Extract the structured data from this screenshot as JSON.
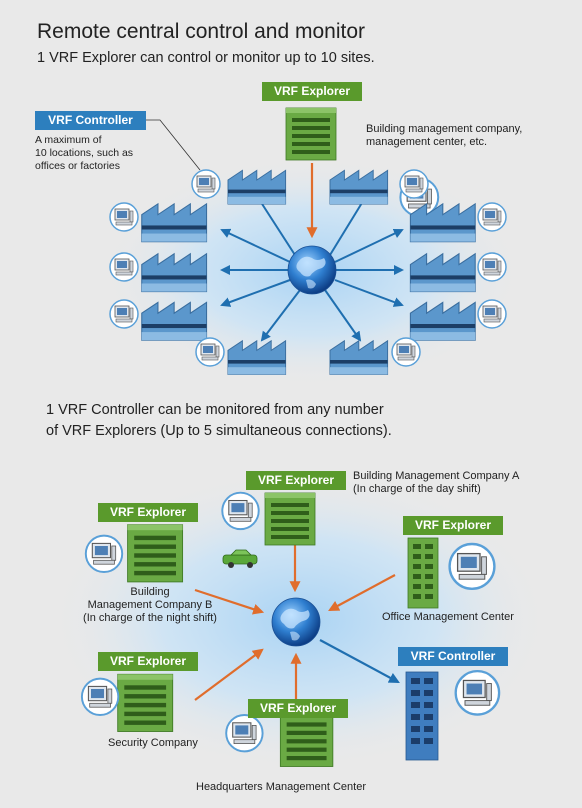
{
  "title": "Remote central control and monitor",
  "section1": {
    "subtitle": "1 VRF Explorer can control or monitor up to 10 sites.",
    "explorer_label": "VRF Explorer",
    "controller_label": "VRF Controller",
    "controller_note": [
      "A maximum of",
      "10 locations, such as",
      "offices or factories"
    ],
    "explorer_note": [
      "Building management company,",
      "management center, etc."
    ]
  },
  "section2": {
    "subtitle_lines": [
      "1 VRF Controller can be monitored from any number",
      "of VRF Explorers (Up to 5 simultaneous connections)."
    ],
    "explorer_label": "VRF Explorer",
    "controller_label": "VRF Controller",
    "site_a": [
      "Building Management Company A",
      "(In charge of the day shift)"
    ],
    "site_b": [
      "Building",
      "Management Company B",
      "(In charge of the night shift)"
    ],
    "office": "Office Management Center",
    "security": "Security Company",
    "hq": "Headquarters Management Center"
  },
  "colors": {
    "explorer_tag": "#5a9a2c",
    "controller_tag": "#2d7fbe",
    "orange_arrow": "#e06d2c",
    "blue_arrow": "#1f6fb0",
    "building_green": "#5a9e3a",
    "factory_blue": "#4f8cc4"
  }
}
